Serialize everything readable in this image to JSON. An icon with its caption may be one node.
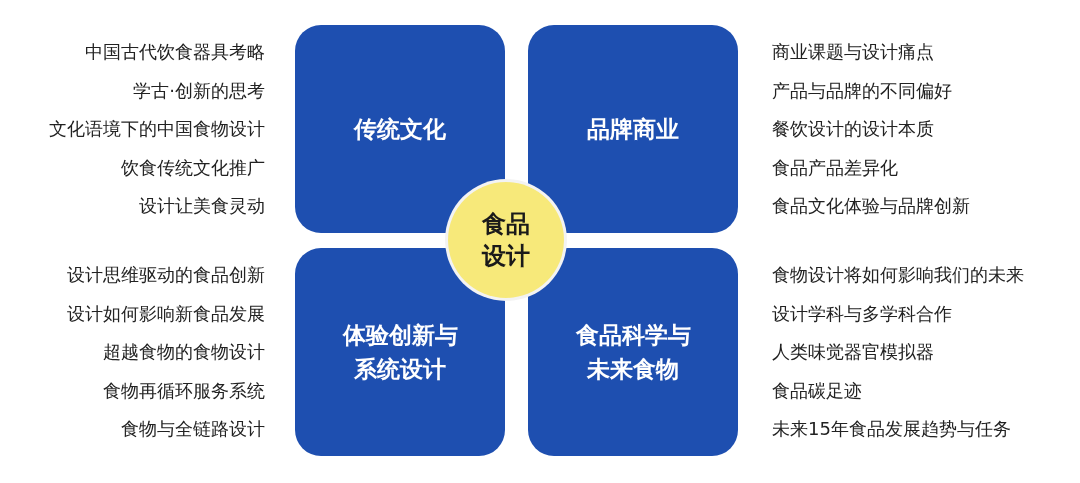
{
  "diagram": {
    "nodes": [
      {
        "text": [
          "传统文化"
        ],
        "beside": [
          "中国古代饮食器具考略",
          "学古·创新的思考",
          "文化语境下的中国食物设计",
          "饮食传统文化推广",
          "设计让美食灵动"
        ]
      },
      {
        "text": [
          "品牌商业"
        ],
        "beside": [
          "商业课题与设计痛点",
          "产品与品牌的不同偏好",
          "餐饮设计的设计本质",
          "食品产品差异化",
          "食品文化体验与品牌创新"
        ]
      },
      {
        "text": [
          "食品设计"
        ]
      },
      {
        "text": [
          "体验创新与系统设计"
        ],
        "beside": [
          "设计思维驱动的食品创新",
          "设计如何影响新食品发展",
          "超越食物的食物设计",
          "食物再循环服务系统",
          "食物与全链路设计"
        ]
      },
      {
        "text": [
          "食品科学与未来食物"
        ],
        "beside": [
          "食物设计将如何影响我们的未来",
          "设计学科与多学科合作",
          "人类味觉器官模拟器",
          "食品碳足迹",
          "未来15年食品发展趋势与任务"
        ]
      }
    ]
  }
}
